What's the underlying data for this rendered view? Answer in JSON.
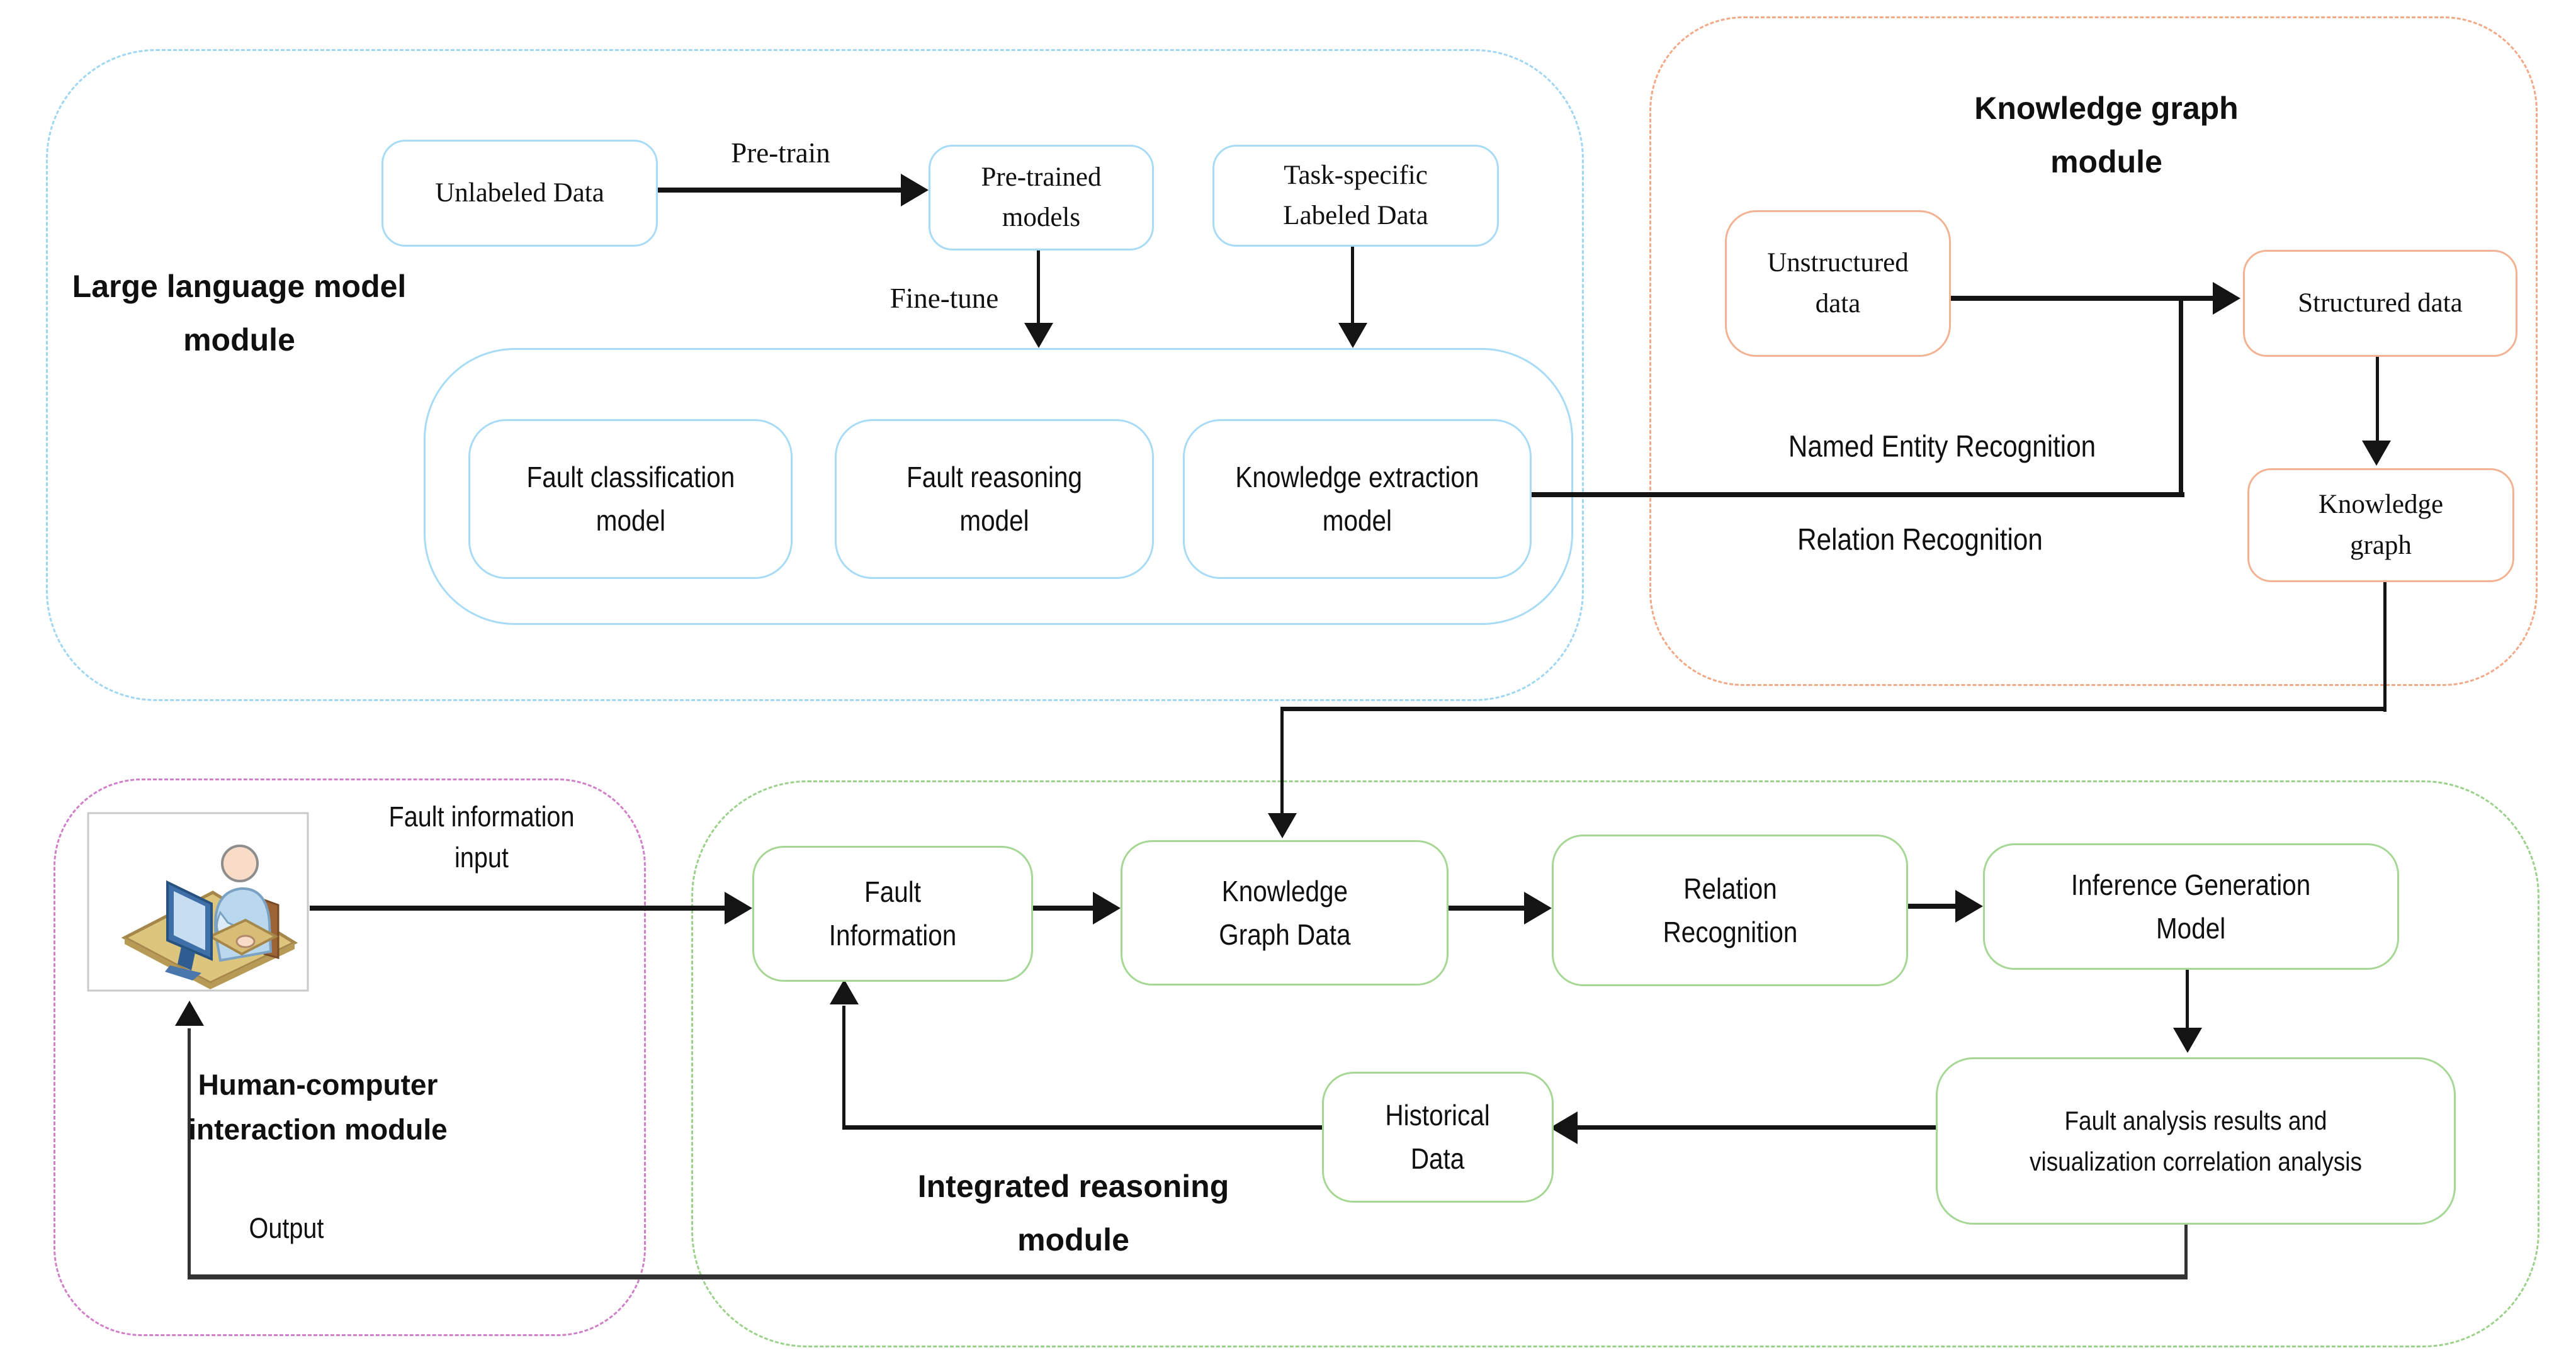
{
  "colors": {
    "blue_box": "#a8dbf5",
    "blue_dash": "#9fd7f3",
    "orange_box": "#f2b394",
    "orange_dash": "#f1a987",
    "green_box": "#a6d795",
    "green_dash": "#9cd18b",
    "pink_dash": "#d07fc8",
    "line": "#141414",
    "line_soft": "#333333",
    "icon_frame": "#c9c9c9"
  },
  "modules": {
    "llm": {
      "title": "Large language model\nmodule",
      "pretrain_label": "Pre-train",
      "finetune_label": "Fine-tune",
      "boxes": {
        "unlabeled": "Unlabeled Data",
        "pretrained": "Pre-trained\nmodels",
        "task_specific": "Task-specific\nLabeled Data",
        "fault_classification": "Fault classification\nmodel",
        "fault_reasoning": "Fault reasoning\nmodel",
        "knowledge_extraction": "Knowledge extraction\nmodel"
      }
    },
    "kg": {
      "title": "Knowledge graph\nmodule",
      "ner_label": "Named Entity Recognition",
      "relation_label": "Relation Recognition",
      "boxes": {
        "unstructured": "Unstructured\ndata",
        "structured": "Structured data",
        "knowledge_graph": "Knowledge\ngraph"
      }
    },
    "hci": {
      "title": "Human-computer\ninteraction module",
      "input_label": "Fault information\ninput",
      "output_label": "Output",
      "icon": "person-at-computer-icon"
    },
    "ir": {
      "title": "Integrated reasoning\nmodule",
      "boxes": {
        "fault_information": "Fault\nInformation",
        "kg_data": "Knowledge\nGraph Data",
        "relation_recognition": "Relation\nRecognition",
        "inference_model": "Inference Generation\nModel",
        "fault_analysis": "Fault analysis results and\nvisualization correlation analysis",
        "historical": "Historical\nData"
      }
    }
  }
}
